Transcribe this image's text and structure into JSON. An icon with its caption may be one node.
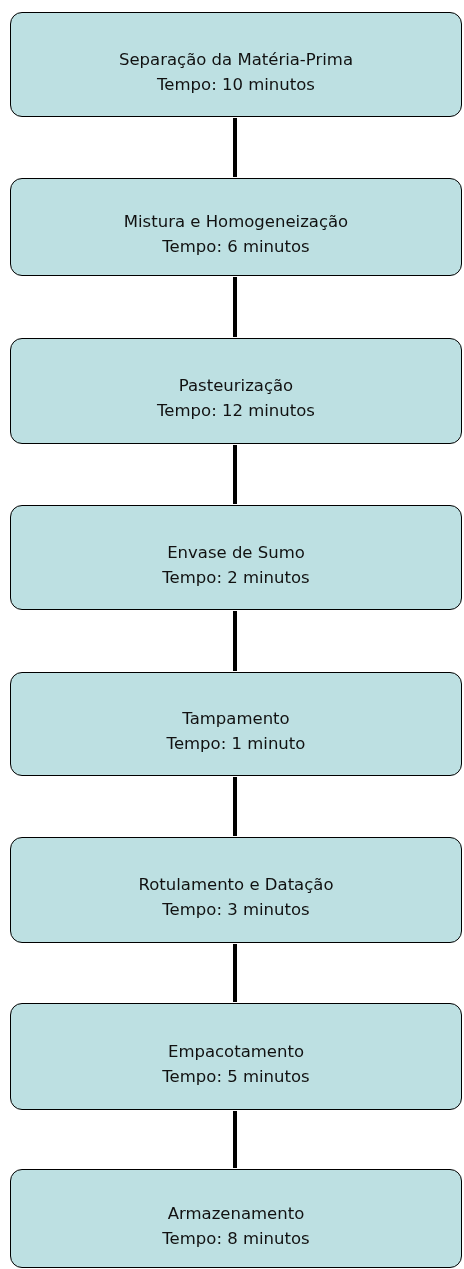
{
  "diagram": {
    "nodes": [
      {
        "text": [
          "Separação da Matéria-Prima",
          "Tempo: 10 minutos"
        ]
      },
      {
        "text": [
          "Mistura e Homogeneização",
          "Tempo: 6 minutos"
        ]
      },
      {
        "text": [
          "Pasteurização",
          "Tempo: 12 minutos"
        ]
      },
      {
        "text": [
          "Envase de Sumo",
          "Tempo: 2 minutos"
        ]
      },
      {
        "text": [
          "Tampamento",
          "Tempo: 1 minuto"
        ]
      },
      {
        "text": [
          "Rotulamento e Datação",
          "Tempo: 3 minutos"
        ]
      },
      {
        "text": [
          "Empacotamento",
          "Tempo: 5 minutos"
        ]
      },
      {
        "text": [
          "Armazenamento",
          "Tempo: 8 minutos"
        ]
      }
    ],
    "edges": [
      {
        "from": 0,
        "to": 1,
        "arrow": "none"
      },
      {
        "from": 1,
        "to": 2,
        "arrow": "none"
      },
      {
        "from": 2,
        "to": 3,
        "arrow": "none"
      },
      {
        "from": 3,
        "to": 4,
        "arrow": "none"
      },
      {
        "from": 4,
        "to": 5,
        "arrow": "none"
      },
      {
        "from": 5,
        "to": 6,
        "arrow": "none"
      },
      {
        "from": 6,
        "to": 7,
        "arrow": "none"
      }
    ]
  }
}
